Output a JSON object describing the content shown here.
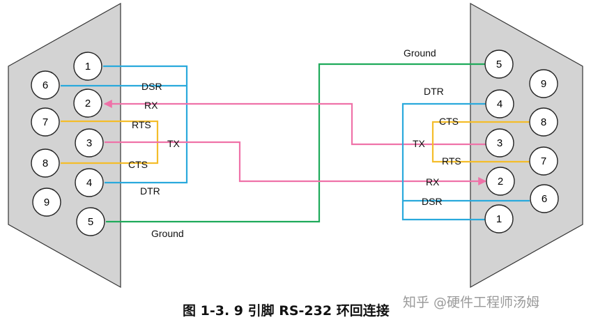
{
  "colors": {
    "connector_fill": "#d3d3d3",
    "blue": "#29a9dc",
    "green": "#1eaa5a",
    "pink": "#ef72a8",
    "yellow": "#f4bd2a"
  },
  "left_connector": {
    "pins": [
      "1",
      "6",
      "2",
      "7",
      "3",
      "8",
      "4",
      "9",
      "5"
    ],
    "labels": {
      "dsr": "DSR",
      "rx": "RX",
      "rts": "RTS",
      "tx": "TX",
      "cts": "CTS",
      "dtr": "DTR",
      "ground": "Ground"
    }
  },
  "right_connector": {
    "pins": [
      "5",
      "9",
      "4",
      "8",
      "3",
      "7",
      "2",
      "6",
      "1"
    ],
    "labels": {
      "ground": "Ground",
      "dtr": "DTR",
      "cts": "CTS",
      "tx": "TX",
      "rts": "RTS",
      "rx": "RX",
      "dsr": "DSR"
    }
  },
  "caption": "图 1-3. 9 引脚 RS-232 环回连接",
  "watermark": "知乎 @硬件工程师汤姆"
}
